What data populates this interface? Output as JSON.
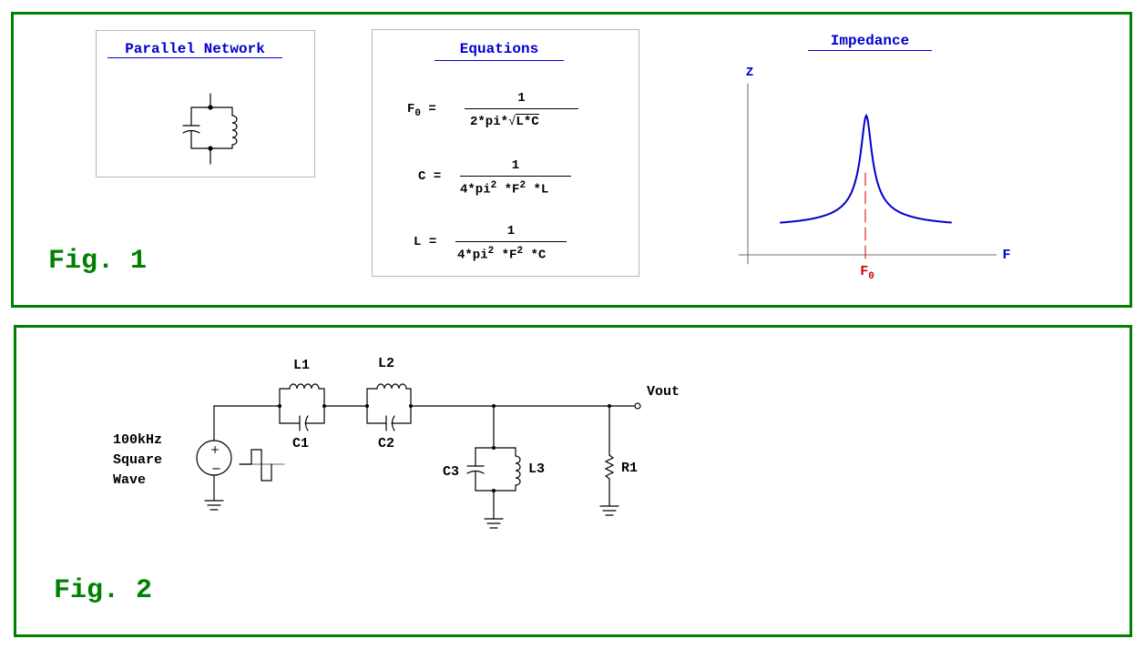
{
  "fig1": {
    "label": "Fig. 1",
    "parallel_network": {
      "title": "Parallel Network"
    },
    "equations": {
      "title": "Equations",
      "f0": {
        "lhs": "F",
        "lhs_sub": "0",
        "eq": "=",
        "numerator": "1",
        "den_a": "2*pi*",
        "den_root": "L*C"
      },
      "c": {
        "lhs": "C",
        "eq": "=",
        "numerator": "1",
        "den_a": "4*pi",
        "den_sup1": "2",
        "den_b": " *F",
        "den_sup2": "2",
        "den_c": " *L"
      },
      "l": {
        "lhs": "L",
        "eq": "=",
        "numerator": "1",
        "den_a": "4*pi",
        "den_sup1": "2",
        "den_b": " *F",
        "den_sup2": "2",
        "den_c": " *C"
      }
    },
    "impedance": {
      "title": "Impedance",
      "y_label": "Z",
      "x_label": "F",
      "marker_label": "F",
      "marker_sub": "0",
      "colors": {
        "curve": "#0000cc",
        "marker": "#cc0000"
      }
    }
  },
  "fig2": {
    "label": "Fig. 2",
    "source_label": "100kHz\nSquare\nWave",
    "components": {
      "l1": "L1",
      "c1": "C1",
      "l2": "L2",
      "c2": "C2",
      "c3": "C3",
      "l3": "L3",
      "r1": "R1",
      "vout": "Vout"
    }
  }
}
